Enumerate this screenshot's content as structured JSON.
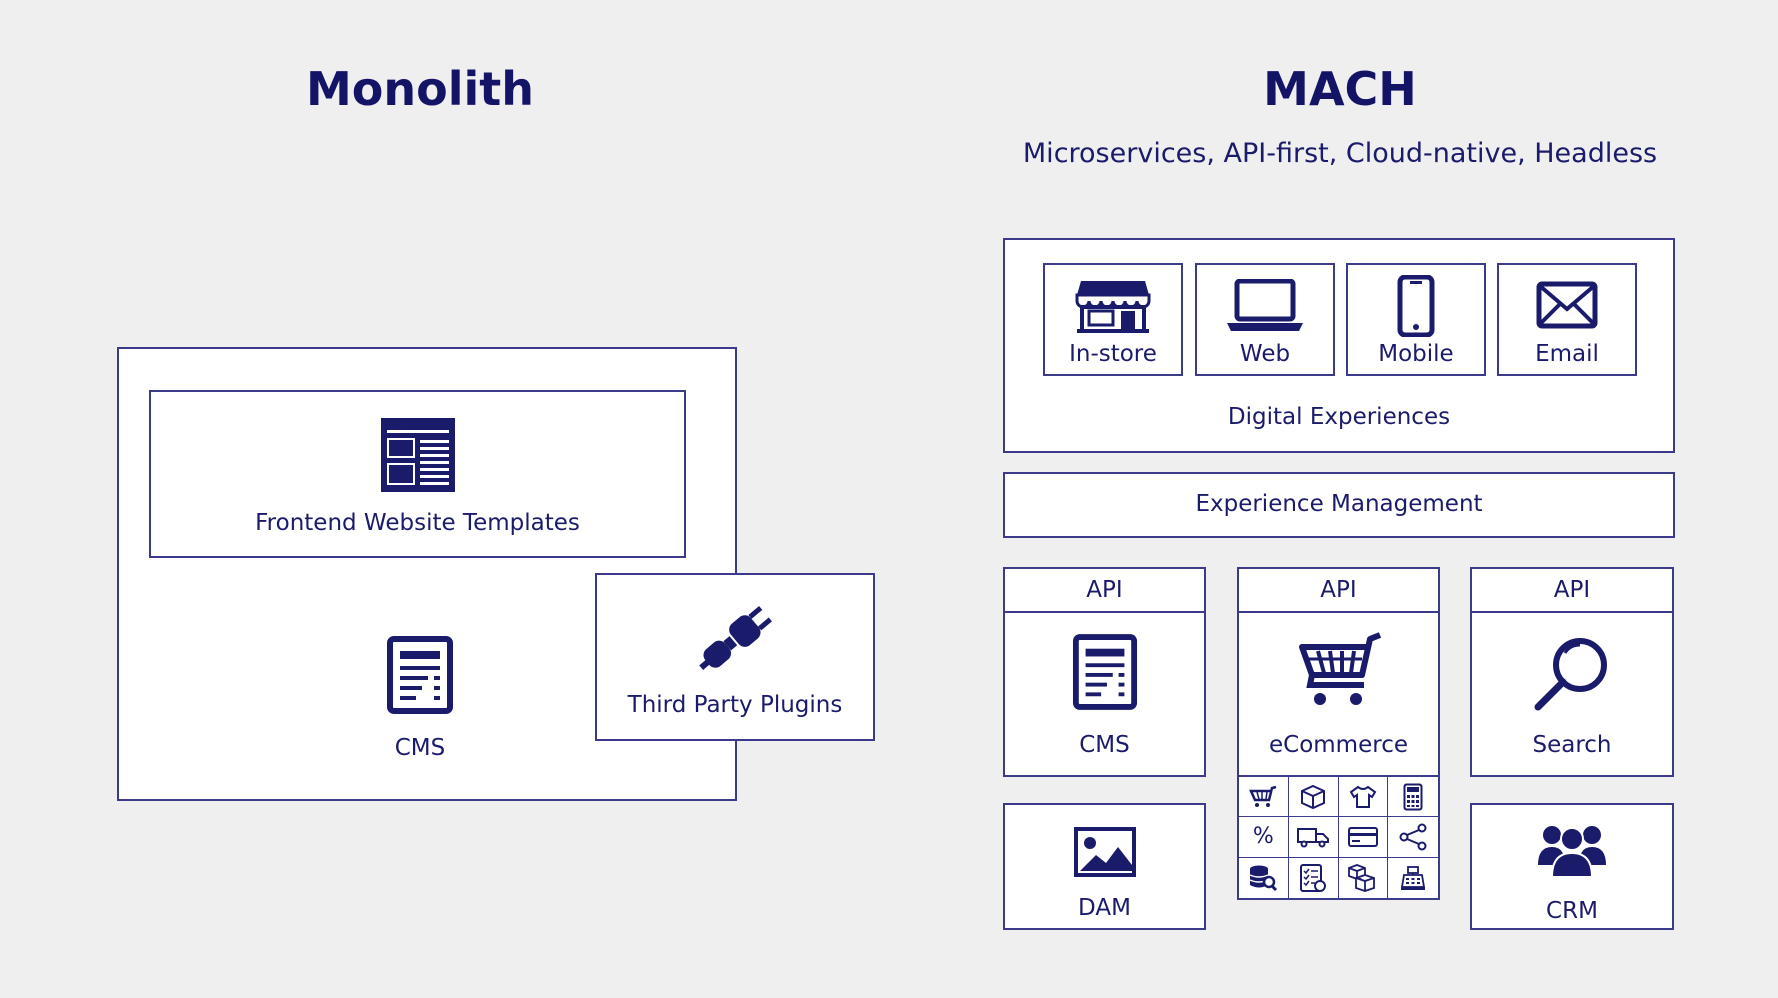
{
  "monolith": {
    "title": "Monolith",
    "frontend_label": "Frontend Website Templates",
    "cms_label": "CMS",
    "plugins_label": "Third Party Plugins"
  },
  "mach": {
    "title": "MACH",
    "subtitle": "Microservices, API-first, Cloud-native, Headless",
    "channels": [
      {
        "label": "In-store",
        "icon": "store-icon"
      },
      {
        "label": "Web",
        "icon": "laptop-icon"
      },
      {
        "label": "Mobile",
        "icon": "mobile-icon"
      },
      {
        "label": "Email",
        "icon": "envelope-icon"
      }
    ],
    "digital_experiences_label": "Digital Experiences",
    "experience_management_label": "Experience Management",
    "services": [
      {
        "api_label": "API",
        "label": "CMS",
        "icon": "document-icon"
      },
      {
        "api_label": "API",
        "label": "eCommerce",
        "icon": "cart-icon"
      },
      {
        "api_label": "API",
        "label": "Search",
        "icon": "search-icon"
      }
    ],
    "dam_label": "DAM",
    "crm_label": "CRM",
    "percent_symbol": "%"
  },
  "colors": {
    "navy": "#141466",
    "border": "#3c3a8a",
    "background": "#efefef"
  }
}
